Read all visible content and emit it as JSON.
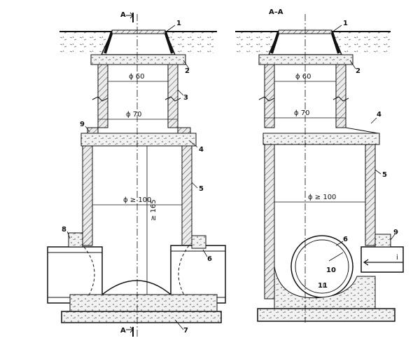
{
  "left_view": {
    "section_marker_top": "A",
    "section_marker_bottom": "A",
    "dim_top_shaft": "ϕ 60",
    "dim_mid_shaft": "ϕ 70",
    "dim_chamber": "ϕ ≥ 100",
    "dim_height": "≥ 165",
    "callouts": [
      "1",
      "2",
      "3",
      "4",
      "5",
      "6",
      "7",
      "8",
      "9"
    ]
  },
  "right_view": {
    "section_title": "A–A",
    "dim_top_shaft": "ϕ 60",
    "dim_mid_shaft": "ϕ 70",
    "dim_chamber": "ϕ ≥ 100",
    "flow_marker": "i",
    "callouts": [
      "1",
      "2",
      "4",
      "5",
      "6",
      "9",
      "10",
      "11"
    ]
  },
  "colors": {
    "ink": "#111111",
    "hatch_fill": "#e6e6e6",
    "paper": "#ffffff"
  }
}
